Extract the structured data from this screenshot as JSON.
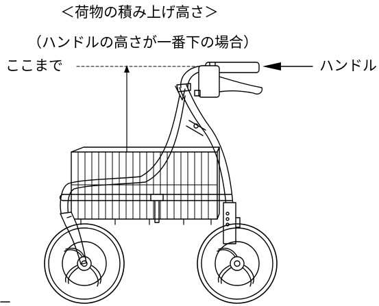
{
  "diagram": {
    "title": "＜荷物の積み上げ高さ＞",
    "subtitle": "（ハンドルの高さが一番下の場合）",
    "height_marker_label": "ここまで",
    "handle_label": "ハンドル"
  }
}
